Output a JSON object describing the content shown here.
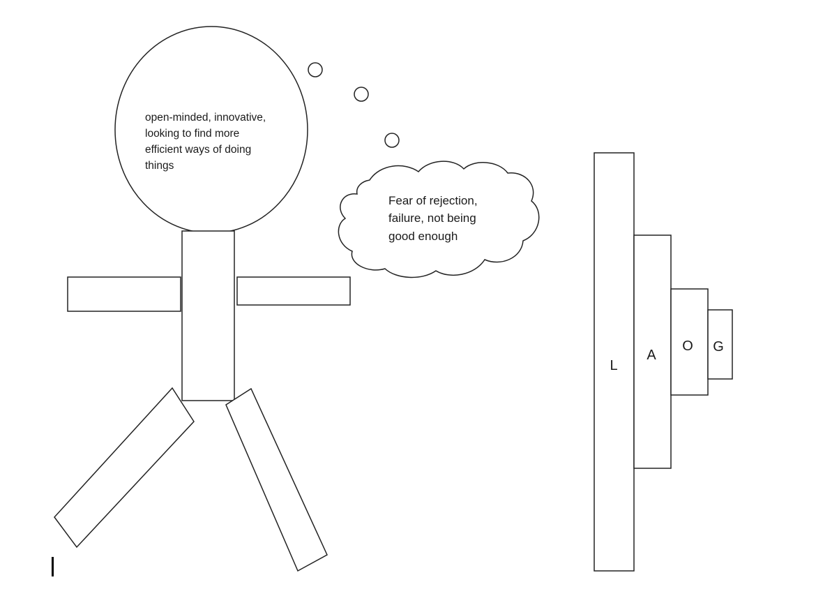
{
  "head_thought": {
    "lines": [
      "open-minded, innovative,",
      "looking to find more",
      "efficient ways of doing",
      "things"
    ]
  },
  "cloud_thought": {
    "lines": [
      "Fear of rejection,",
      "failure, not being",
      "good enough"
    ]
  },
  "goal_boxes": {
    "letters": [
      "L",
      "A",
      "O",
      "G"
    ]
  }
}
